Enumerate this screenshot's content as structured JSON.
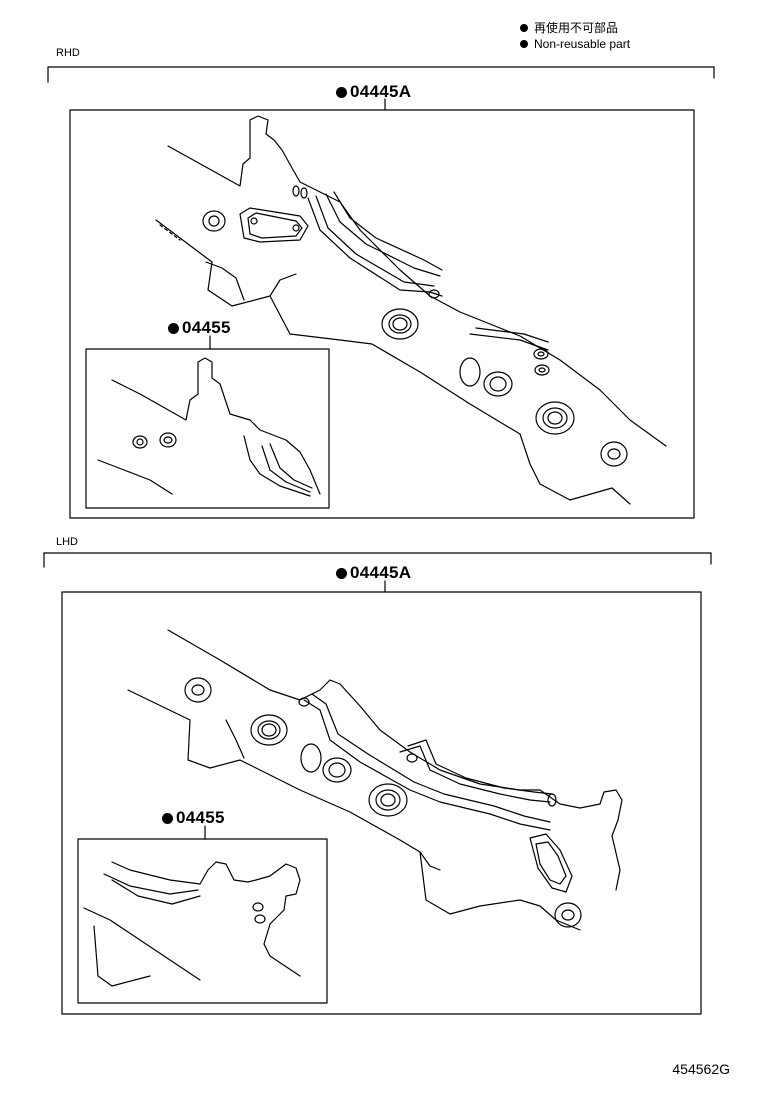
{
  "legend": {
    "items": [
      {
        "text": "再使用不可部品"
      },
      {
        "text": "Non-reusable part"
      }
    ]
  },
  "sections": {
    "rhd": {
      "label": "RHD",
      "kit_label": "04445A",
      "subkit_label": "04455"
    },
    "lhd": {
      "label": "LHD",
      "kit_label": "04445A",
      "subkit_label": "04455"
    }
  },
  "diagram_id": "454562G"
}
